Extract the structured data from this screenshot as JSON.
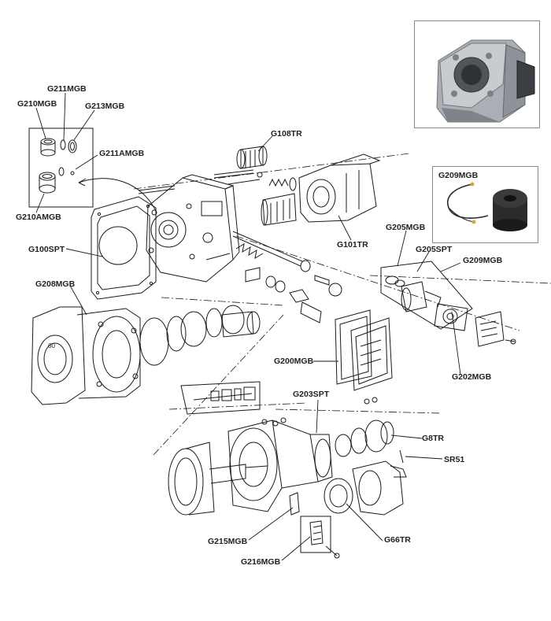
{
  "labels": {
    "G211MGB": "G211MGB",
    "G210MGB": "G210MGB",
    "G213MGB": "G213MGB",
    "G211AMGB": "G211AMGB",
    "G210AMGB": "G210AMGB",
    "G108TR": "G108TR",
    "G209MGB_inset": "G209MGB",
    "G100SPT": "G100SPT",
    "G101TR": "G101TR",
    "G205MGB": "G205MGB",
    "G205SPT": "G205SPT",
    "G209MGB": "G209MGB",
    "G208MGB": "G208MGB",
    "G202MGB": "G202MGB",
    "G200MGB": "G200MGB",
    "G203SPT": "G203SPT",
    "G8TR": "G8TR",
    "SR51": "SR51",
    "G215MGB": "G215MGB",
    "G66TR": "G66TR",
    "G216MGB": "G216MGB",
    "part_number_60": "60"
  },
  "colors": {
    "line": "#1a1a1a",
    "frame": "#888888",
    "photo_body": "#9aa0a6",
    "photo_dark": "#3b3f44",
    "solenoid": "#2b2b2b",
    "solenoid_lead": "#cfa64a"
  }
}
